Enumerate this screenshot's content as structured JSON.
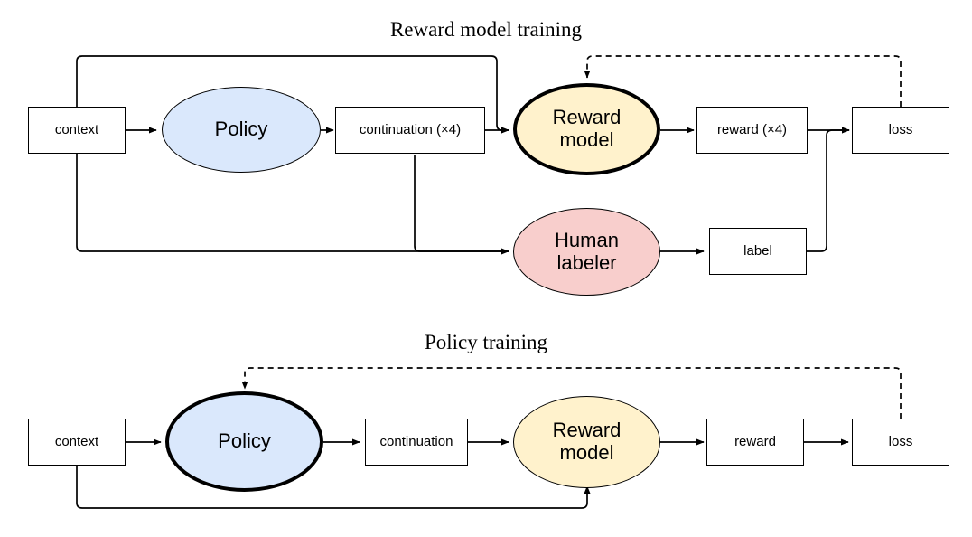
{
  "diagram": {
    "title_reward": "Reward model training",
    "title_policy": "Policy training",
    "colors": {
      "policy_fill": "#dae8fc",
      "reward_fill": "#fff2cc",
      "human_fill": "#f8cecc",
      "box_fill": "#ffffff",
      "stroke": "#000000"
    }
  },
  "reward_section": {
    "title": "Reward model training",
    "nodes": {
      "context": "context",
      "policy": "Policy",
      "continuation": "continuation (×4)",
      "reward_model": "Reward\nmodel",
      "reward": "reward (×4)",
      "loss": "loss",
      "human_labeler": "Human\nlabeler",
      "label": "label"
    }
  },
  "policy_section": {
    "title": "Policy training",
    "nodes": {
      "context": "context",
      "policy": "Policy",
      "continuation": "continuation",
      "reward_model": "Reward\nmodel",
      "reward": "reward",
      "loss": "loss"
    }
  }
}
